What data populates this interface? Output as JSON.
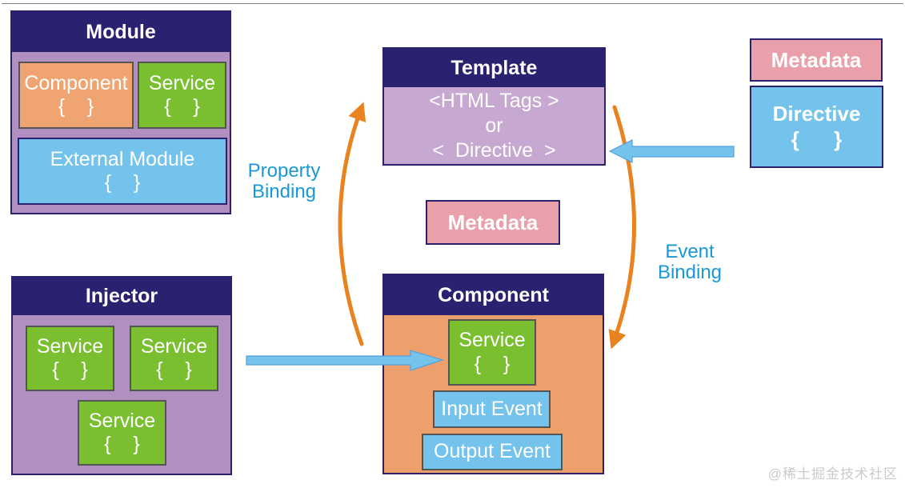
{
  "module": {
    "title": "Module",
    "component_label": "Component",
    "component_braces": "{    }",
    "service_label": "Service",
    "service_braces": "{    }",
    "external_label": "External Module",
    "external_braces": "{    }"
  },
  "template": {
    "title": "Template",
    "line1": "<HTML Tags >",
    "line2": "or",
    "line3": "<  Directive  >"
  },
  "metadata_right": {
    "label": "Metadata"
  },
  "directive": {
    "label": "Directive",
    "braces": "{      }"
  },
  "metadata_center": {
    "label": "Metadata"
  },
  "injector": {
    "title": "Injector",
    "services": [
      {
        "label": "Service",
        "braces": "{    }"
      },
      {
        "label": "Service",
        "braces": "{    }"
      },
      {
        "label": "Service",
        "braces": "{    }"
      }
    ]
  },
  "component": {
    "title": "Component",
    "service_label": "Service",
    "service_braces": "{    }",
    "input_event": "Input Event",
    "output_event": "Output Event"
  },
  "annotations": {
    "property_binding": {
      "line1": "Property",
      "line2": "Binding"
    },
    "event_binding": {
      "line1": "Event",
      "line2": "Binding"
    }
  },
  "watermark": "@稀土掘金技术社区",
  "colors": {
    "header_navy": "#2b2171",
    "panel_purple": "#b18fc0",
    "template_purple": "#c7a8d0",
    "orange": "#efa471",
    "green": "#7abf2f",
    "blue": "#74c3ec",
    "pink": "#e9a0ab",
    "arrow_orange": "#e8831f",
    "binding_label_blue": "#1899d6"
  },
  "icons": {
    "property_binding_arrow": "curved-arrow-up",
    "event_binding_arrow": "curved-arrow-down",
    "injector_arrow": "block-arrow-right",
    "directive_arrow": "block-arrow-left"
  }
}
